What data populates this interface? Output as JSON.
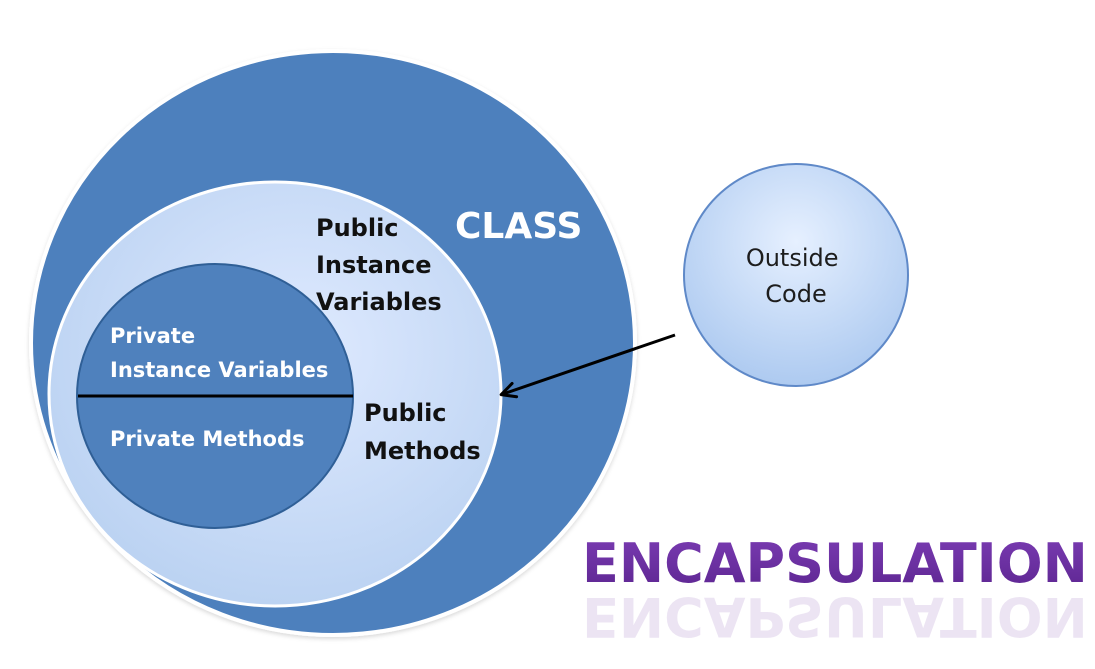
{
  "diagram": {
    "class_label": "CLASS",
    "public_instance_variables": [
      "Public",
      "Instance",
      "Variables"
    ],
    "private_instance_variables": [
      "Private",
      "Instance Variables"
    ],
    "private_methods": "Private  Methods",
    "public_methods": [
      "Public",
      "Methods"
    ],
    "outside_code": [
      "Outside",
      "Code"
    ],
    "title": "ENCAPSULATION"
  },
  "colors": {
    "class_circle": "#4e80bd",
    "public_circle": "#c9dcf7",
    "private_circle": "#4f81bd",
    "outside_circle": "#c6dbf7",
    "title": "#6d2ea0",
    "arrow": "#000000"
  }
}
